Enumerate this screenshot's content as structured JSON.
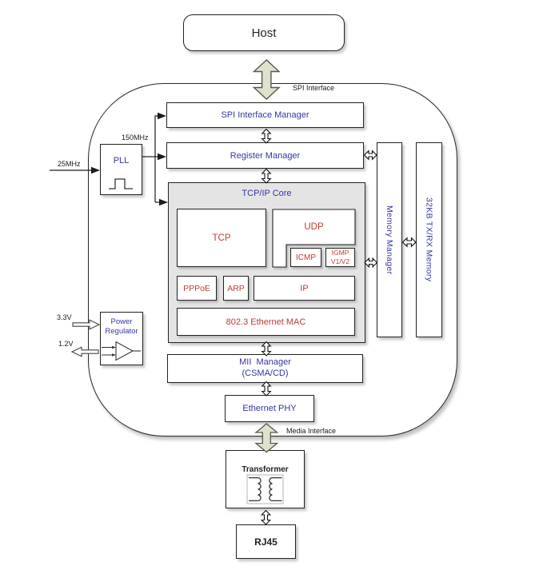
{
  "title": "TCP/IP chip block diagram",
  "palette": {
    "label_blue": "#3535a6",
    "label_red": "#bf3b35",
    "core_fill": "#e4e4e4",
    "big_arrow_fill": "#dde1cd",
    "big_arrow_stroke": "#585a4b",
    "line_black": "#1c1c1c"
  },
  "host": {
    "label": "Host"
  },
  "interfaces": {
    "spi_label": "SPI Interface",
    "media_label": "Media Interface"
  },
  "clock": {
    "pll_label": "PLL",
    "input_label": "25MHz",
    "output_label": "150MHz"
  },
  "power": {
    "name_line1": "Power",
    "name_line2": "Regulator",
    "input_label": "3.3V",
    "output_label": "1.2V"
  },
  "chip": {
    "spi_manager": "SPI Interface Manager",
    "register_manager": "Register Manager",
    "core": {
      "title": "TCP/IP Core",
      "tcp": "TCP",
      "udp": "UDP",
      "icmp": "ICMP",
      "igmp_line1": "IGMP",
      "igmp_line2": "V1/V2",
      "pppoe": "PPPoE",
      "arp": "ARP",
      "ip": "IP",
      "mac": "802.3 Ethernet MAC"
    },
    "memory_manager": "Memory Manager",
    "txrx_memory": "32KB TX/RX Memory",
    "mii_line1": "MII  Manager",
    "mii_line2": "(CSMA/CD)",
    "ethernet_phy": "Ethernet PHY"
  },
  "external": {
    "transformer": "Transformer",
    "rj45": "RJ45"
  }
}
